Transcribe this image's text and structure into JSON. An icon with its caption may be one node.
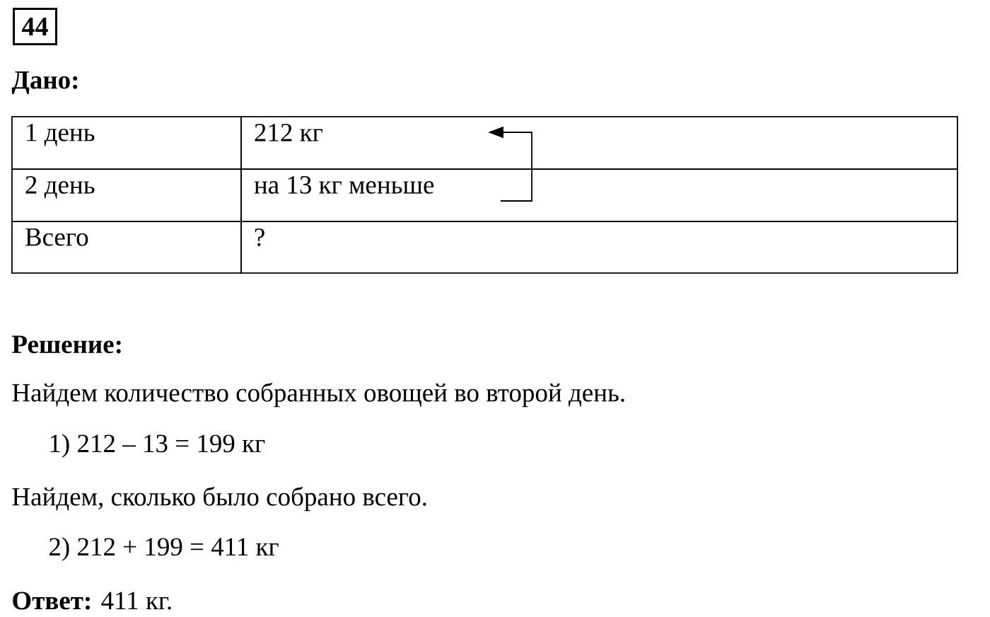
{
  "diagram": {
    "nodes": [
      {
        "text": [
          "44"
        ]
      },
      {
        "text": [
          "1 день"
        ]
      },
      {
        "text": [
          "212 кг"
        ]
      },
      {
        "text": [
          "2 день"
        ]
      },
      {
        "text": [
          "на 13 кг меньше"
        ]
      },
      {
        "text": [
          "Всего"
        ]
      },
      {
        "text": [
          "?"
        ]
      }
    ],
    "edges": [
      {
        "from": 4,
        "to": 2,
        "arrow": "to"
      }
    ],
    "labels": [
      "Дано:",
      "Решение:",
      "Найдем количество собранных овощей во второй день.",
      "1) 212 – 13 = 199 кг",
      "Найдем, сколько было собрано всего.",
      "2) 212 + 199 = 411 кг",
      "**Ответ:** 411 кг."
    ]
  }
}
